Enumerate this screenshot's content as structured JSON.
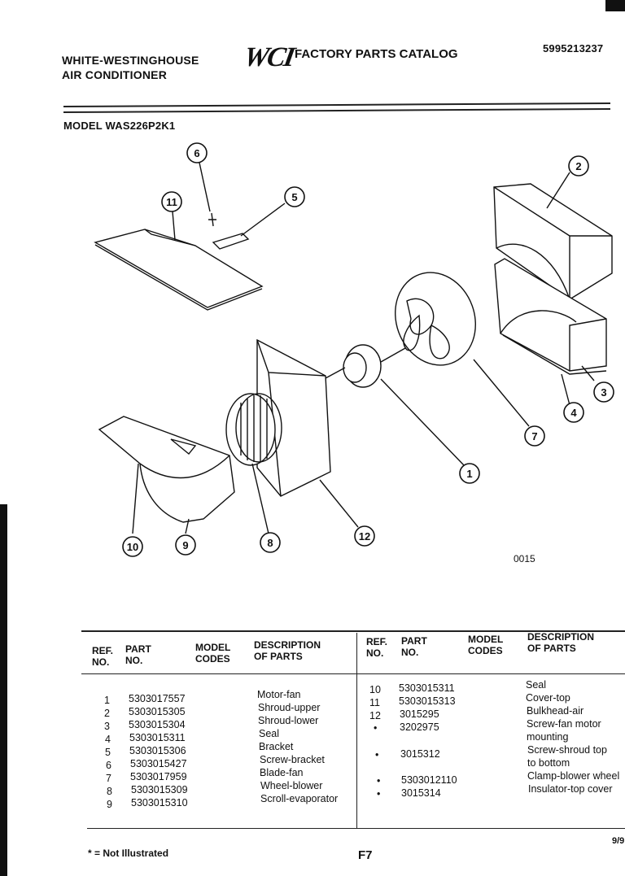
{
  "header": {
    "brand_line1": "WHITE-WESTINGHOUSE",
    "brand_line2": "AIR CONDITIONER",
    "logo": "WCI",
    "catalog_title": "FACTORY PARTS CATALOG",
    "catalog_number": "5995213237",
    "model": "MODEL WAS226P2K1"
  },
  "diagram": {
    "callouts": [
      "1",
      "2",
      "3",
      "4",
      "5",
      "6",
      "7",
      "8",
      "9",
      "10",
      "11",
      "12"
    ],
    "code": "0015"
  },
  "table_headers": {
    "ref": [
      "REF.",
      "NO."
    ],
    "part": [
      "PART",
      "NO."
    ],
    "model_codes": [
      "MODEL",
      "CODES"
    ],
    "description": [
      "DESCRIPTION",
      "OF PARTS"
    ]
  },
  "left_rows": [
    {
      "ref": "1",
      "part": "5303017557",
      "desc": "Motor-fan"
    },
    {
      "ref": "2",
      "part": "5303015305",
      "desc": "Shroud-upper"
    },
    {
      "ref": "3",
      "part": "5303015304",
      "desc": "Shroud-lower"
    },
    {
      "ref": "4",
      "part": "5303015311",
      "desc": "Seal"
    },
    {
      "ref": "5",
      "part": "5303015306",
      "desc": "Bracket"
    },
    {
      "ref": "6",
      "part": "5303015427",
      "desc": "Screw-bracket"
    },
    {
      "ref": "7",
      "part": "5303017959",
      "desc": "Blade-fan"
    },
    {
      "ref": "8",
      "part": "5303015309",
      "desc": "Wheel-blower"
    },
    {
      "ref": "9",
      "part": "5303015310",
      "desc": "Scroll-evaporator"
    }
  ],
  "right_rows": [
    {
      "ref": "10",
      "part": "5303015311",
      "desc": "Seal"
    },
    {
      "ref": "11",
      "part": "5303015313",
      "desc": "Cover-top"
    },
    {
      "ref": "12",
      "part": "3015295",
      "desc": "Bulkhead-air"
    },
    {
      "ref": "•",
      "part": "3202975",
      "desc": "Screw-fan motor"
    },
    {
      "ref": "",
      "part": "",
      "desc": "mounting"
    },
    {
      "ref": "•",
      "part": "3015312",
      "desc": "Screw-shroud top"
    },
    {
      "ref": "",
      "part": "",
      "desc": "to bottom"
    },
    {
      "ref": "•",
      "part": "5303012110",
      "desc": "Clamp-blower wheel"
    },
    {
      "ref": "•",
      "part": "3015314",
      "desc": "Insulator-top cover"
    }
  ],
  "footer": {
    "note": "* = Not Illustrated",
    "page": "F7",
    "date": "9/9"
  }
}
